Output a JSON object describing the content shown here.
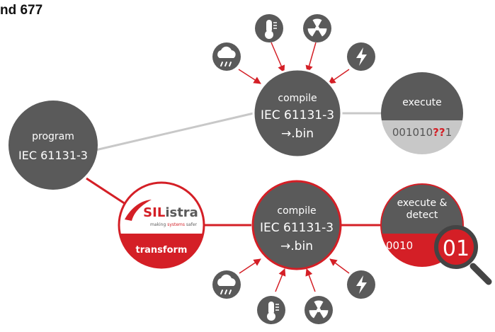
{
  "header": {
    "title": "nd 677"
  },
  "colors": {
    "dark_gray": "#5a5a5a",
    "light_gray": "#c8c8c8",
    "red": "#d41f26",
    "white": "#ffffff"
  },
  "nodes": {
    "program": {
      "line1": "program",
      "line2": "IEC 61131-3"
    },
    "compile_top": {
      "line1": "compile",
      "line2": "IEC 61131-3",
      "line3": "→.bin"
    },
    "execute_top": {
      "label": "execute",
      "bits_prefix": "001010",
      "bits_unknown": "??",
      "bits_suffix": "1"
    },
    "silistra": {
      "logo_prefix": "SIL",
      "logo_suffix": "istra",
      "tagline_pre": "making ",
      "tagline_bold": "systems",
      "tagline_post": " safer",
      "label": "transform"
    },
    "compile_bottom": {
      "line1": "compile",
      "line2": "IEC 61131-3",
      "line3": "→.bin"
    },
    "execute_detect": {
      "line1": "execute &",
      "line2": "detect",
      "bits_prefix": "0010",
      "detected": "01"
    }
  },
  "hazard_icons": {
    "top": [
      "rain-icon",
      "thermometer-icon",
      "radiation-icon",
      "lightning-icon"
    ],
    "bottom": [
      "rain-icon",
      "thermometer-icon",
      "radiation-icon",
      "lightning-icon"
    ]
  }
}
